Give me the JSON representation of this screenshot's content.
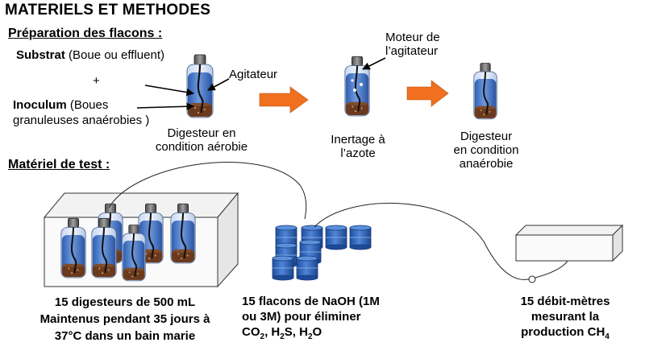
{
  "title": "MATERIELS ET METHODES",
  "section1": {
    "heading": "Préparation des flacons :",
    "substrat_bold": "Substrat",
    "substrat_rest": " (Boue ou effluent)",
    "plus": "+",
    "inoculum_bold": "Inoculum",
    "inoculum_rest_line1": " (Boues",
    "inoculum_line2": "granuleuses anaérobies )",
    "agitateur": "Agitateur",
    "digesteur_aerobie_line1": "Digesteur en",
    "digesteur_aerobie_line2": "condition aérobie",
    "moteur_line1": "Moteur de",
    "moteur_line2": "l’agitateur",
    "inertage_line1": "Inertage à",
    "inertage_line2": "l’azote",
    "digesteur_anaerobie_line1": "Digesteur",
    "digesteur_anaerobie_line2": "en condition",
    "digesteur_anaerobie_line3": "anaérobie"
  },
  "section2": {
    "heading": "Matériel de test :",
    "digesteurs_line1": "15 digesteurs de 500 mL",
    "digesteurs_line2": "Maintenus pendant 35 jours à",
    "digesteurs_line3": "37°C dans un bain marie",
    "naoh_line1": "15 flacons de NaOH (1M",
    "naoh_line2": "ou 3M) pour éliminer",
    "naoh_co": "CO",
    "naoh_h": ", H",
    "naoh_s": "S, H",
    "naoh_o": "O",
    "sub2": "2",
    "meter_line1": "15 débit-mètres",
    "meter_line2": "mesurant la",
    "meter_line3_prefix": "production CH",
    "sub4": "4"
  },
  "colors": {
    "arrow": "#f07020",
    "bottle_water": "#4a78c8",
    "sludge": "#6b3a1e",
    "cap": "#707070"
  },
  "icons": {
    "arrow": "orange-right-arrow-icon",
    "bottle": "digester-bottle-icon",
    "naoh": "naoh-flask-icon",
    "meter": "gas-flow-meter-icon"
  }
}
